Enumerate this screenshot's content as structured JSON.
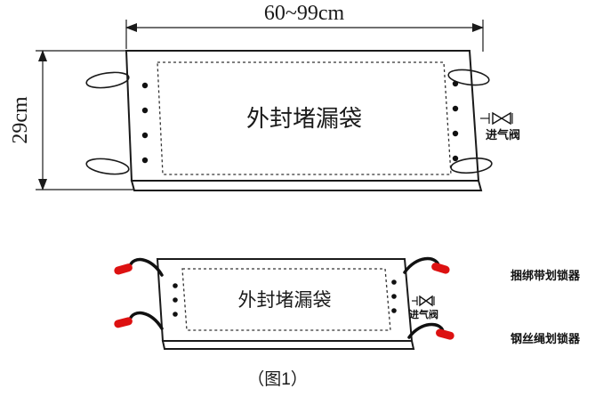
{
  "figure": {
    "caption": "（图1）"
  },
  "dimensions": {
    "width_label": "60~99cm",
    "height_label": "29cm"
  },
  "top_view": {
    "bag_label": "外封堵漏袋",
    "valve_label": "进气阀"
  },
  "bottom_view": {
    "bag_label": "外封堵漏袋",
    "valve_label": "进气阀",
    "strap_lock_label": "捆绑带划锁器",
    "wire_lock_label": "钢丝绳划锁器"
  },
  "colors": {
    "line": "#1a1a1a",
    "accent_red": "#dd1111"
  }
}
